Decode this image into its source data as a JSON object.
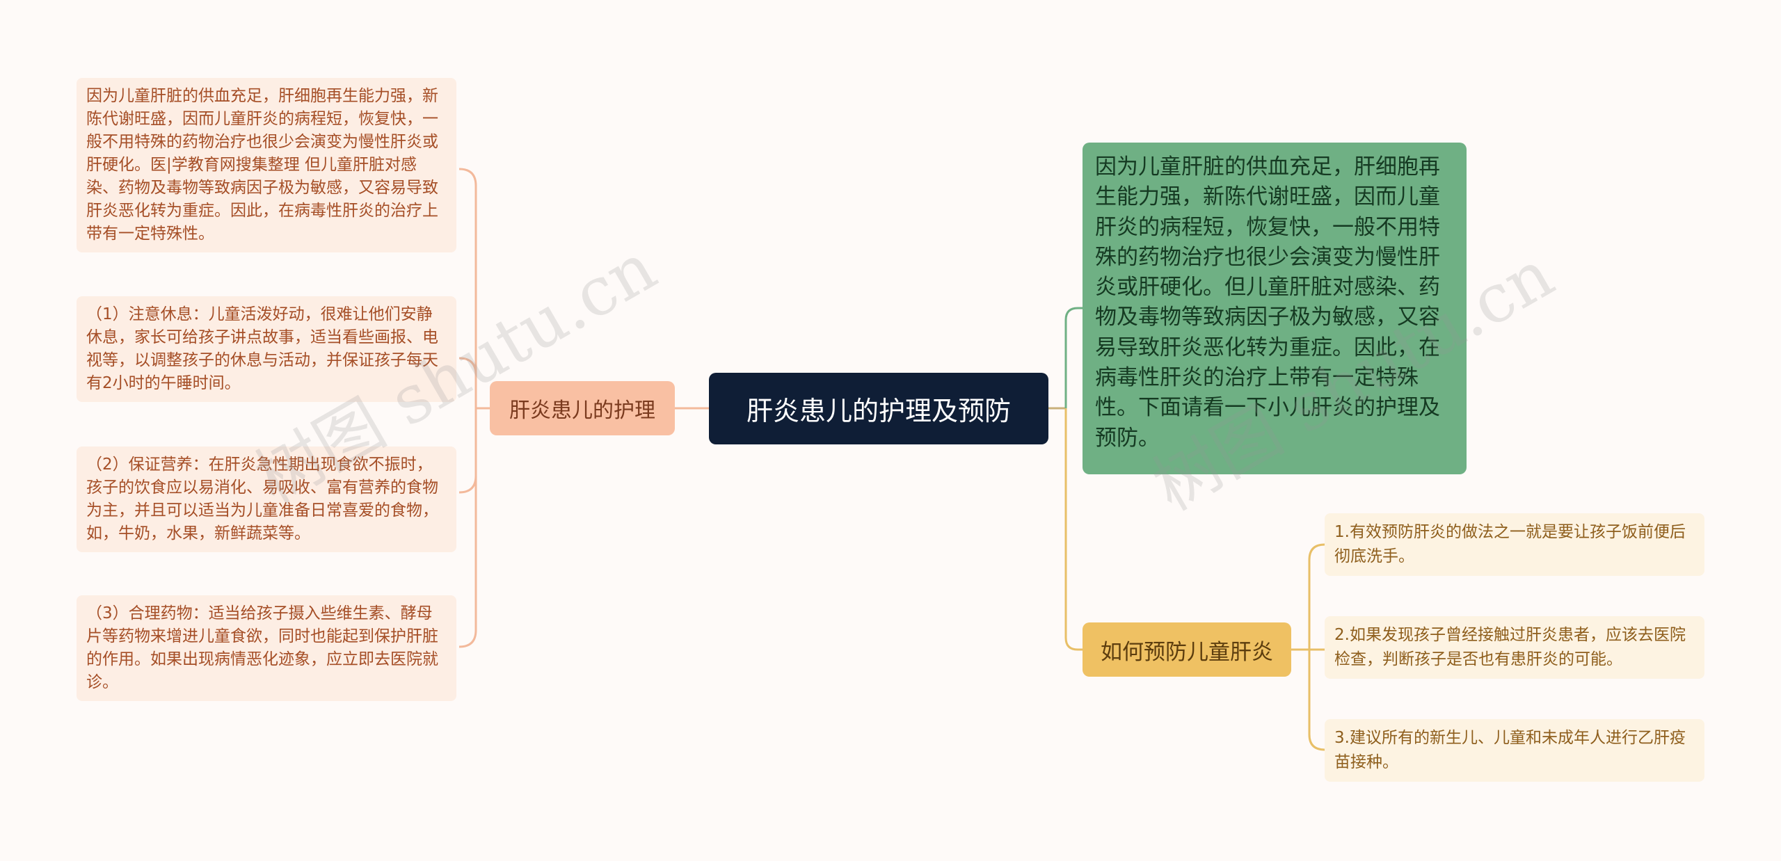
{
  "root": {
    "title": "肝炎患儿的护理及预防"
  },
  "left_branch": {
    "label": "肝炎患儿的护理",
    "items": [
      "因为儿童肝脏的供血充足，肝细胞再生能力强，新陈代谢旺盛，因而儿童肝炎的病程短，恢复快，一般不用特殊的药物治疗也很少会演变为慢性肝炎或肝硬化。医|学教育网搜集整理 但儿童肝脏对感染、药物及毒物等致病因子极为敏感，又容易导致肝炎恶化转为重症。因此，在病毒性肝炎的治疗上带有一定特殊性。",
      "（1）注意休息：儿童活泼好动，很难让他们安静休息，家长可给孩子讲点故事，适当看些画报、电视等，以调整孩子的休息与活动，并保证孩子每天有2小时的午睡时间。",
      "（2）保证营养：在肝炎急性期出现食欲不振时，孩子的饮食应以易消化、易吸收、富有营养的食物为主，并且可以适当为儿童准备日常喜爱的食物，如，牛奶，水果，新鲜蔬菜等。",
      "（3）合理药物：适当给孩子摄入些维生素、酵母片等药物来增进儿童食欲，同时也能起到保护肝脏的作用。如果出现病情恶化迹象，应立即去医院就诊。"
    ]
  },
  "intro": "因为儿童肝脏的供血充足，肝细胞再生能力强，新陈代谢旺盛，因而儿童肝炎的病程短，恢复快，一般不用特殊的药物治疗也很少会演变为慢性肝炎或肝硬化。但儿童肝脏对感染、药物及毒物等致病因子极为敏感，又容易导致肝炎恶化转为重症。因此，在病毒性肝炎的治疗上带有一定特殊性。下面请看一下小儿肝炎的护理及预防。",
  "right_branch": {
    "label": "如何预防儿童肝炎",
    "items": [
      "1.有效预防肝炎的做法之一就是要让孩子饭前便后彻底洗手。",
      "2.如果发现孩子曾经接触过肝炎患者，应该去医院检查，判断孩子是否也有患肝炎的可能。",
      "3.建议所有的新生儿、儿童和未成年人进行乙肝疫苗接种。"
    ]
  },
  "watermark": [
    "树图 shutu.cn",
    "树图 shutu.cn"
  ],
  "colors": {
    "root": "#0f1e36",
    "left_branch": "#f9c0a3",
    "intro": "#6fb084",
    "right_branch": "#efc163"
  }
}
